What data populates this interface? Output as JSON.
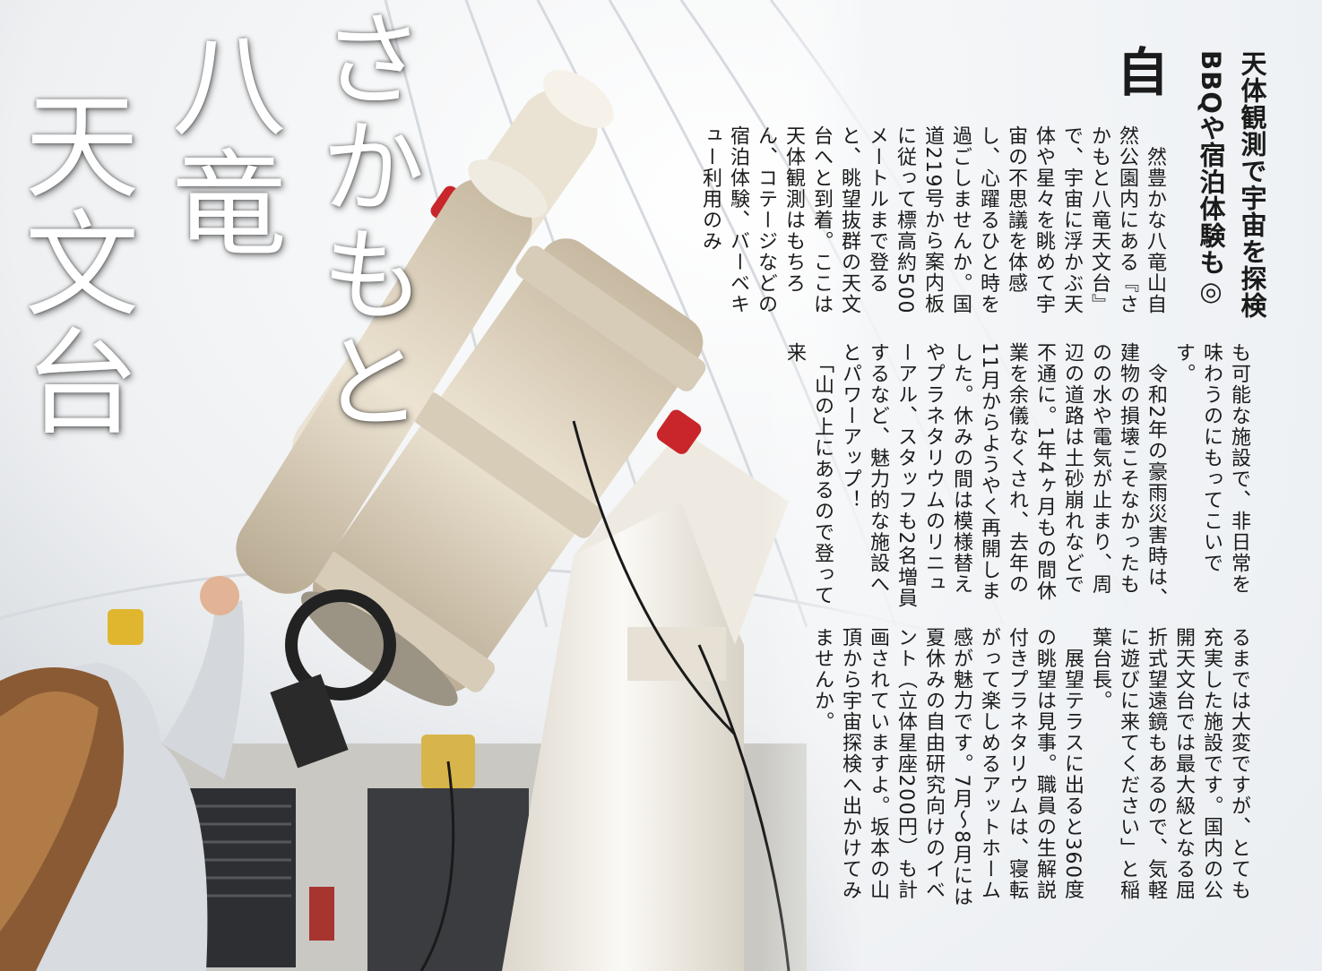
{
  "title": {
    "line1": "さかもと",
    "line2": "八竜",
    "line3": "天文台"
  },
  "headline": {
    "line1": "天体観測で宇宙を探検",
    "line2": "BBQや宿泊体験も◎"
  },
  "dropcap": "自",
  "block1": "　然豊かな八竜山自然公園内にある『さかもと八竜天文台』で、宇宙に浮かぶ天体や星々を眺めて宇宙の不思議を体感し、心躍るひと時を過ごしませんか。国道219号から案内板に従って標高約500メートルまで登ると、眺望抜群の天文台へと到着。ここは天体観測はもちろん、コテージなどの宿泊体験、バーベキュー利用のみ",
  "block2": "も可能な施設で、非日常を味わうのにもってこいです。\n　令和2年の豪雨災害時は、建物の損壊こそなかったものの水や電気が止まり、周辺の道路は土砂崩れなどで不通に。1年4ヶ月もの間休業を余儀なくされ、去年の11月からようやく再開しました。休みの間は模様替えやプラネタリウムのリニューアル、スタッフも2名増員するなど、魅力的な施設へとパワーアップ！\n　「山の上にあるので登って来",
  "block3": "るまでは大変ですが、とても充実した施設です。国内の公開天文台では最大級となる屈折式望遠鏡もあるので、気軽に遊びに来てください」と稲葉台長。\n　展望テラスに出ると360度の眺望は見事。職員の生解説付きプラネタリウムは、寝転がって楽しめるアットホーム感が魅力です。7月～8月には夏休みの自由研究向けのイベント（立体星座200円）も計画されていますよ。坂本の山頂から宇宙探検へ出かけてみませんか。",
  "colors": {
    "dome": "#f2f1ee",
    "telescope": "#e0d6c4",
    "mount": "#f4f1ea",
    "text": "#1b1b1b"
  }
}
